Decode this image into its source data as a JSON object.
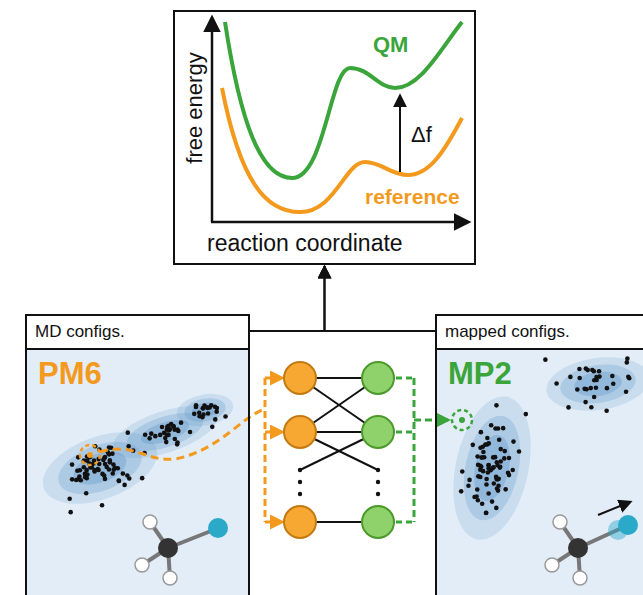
{
  "diagram": {
    "nodes": [
      {
        "text": [
          "free energy",
          "QM",
          "Δf",
          "reference",
          "reaction coordinate"
        ]
      },
      {
        "text": [
          "MD configs.",
          "PM6"
        ]
      },
      {
        "text": [
          "mapped configs.",
          "MP2"
        ]
      }
    ],
    "edges": [
      {
        "from": 1,
        "to": 0,
        "arrow": "to"
      },
      {
        "from": 2,
        "to": 0,
        "arrow": "to"
      }
    ]
  }
}
